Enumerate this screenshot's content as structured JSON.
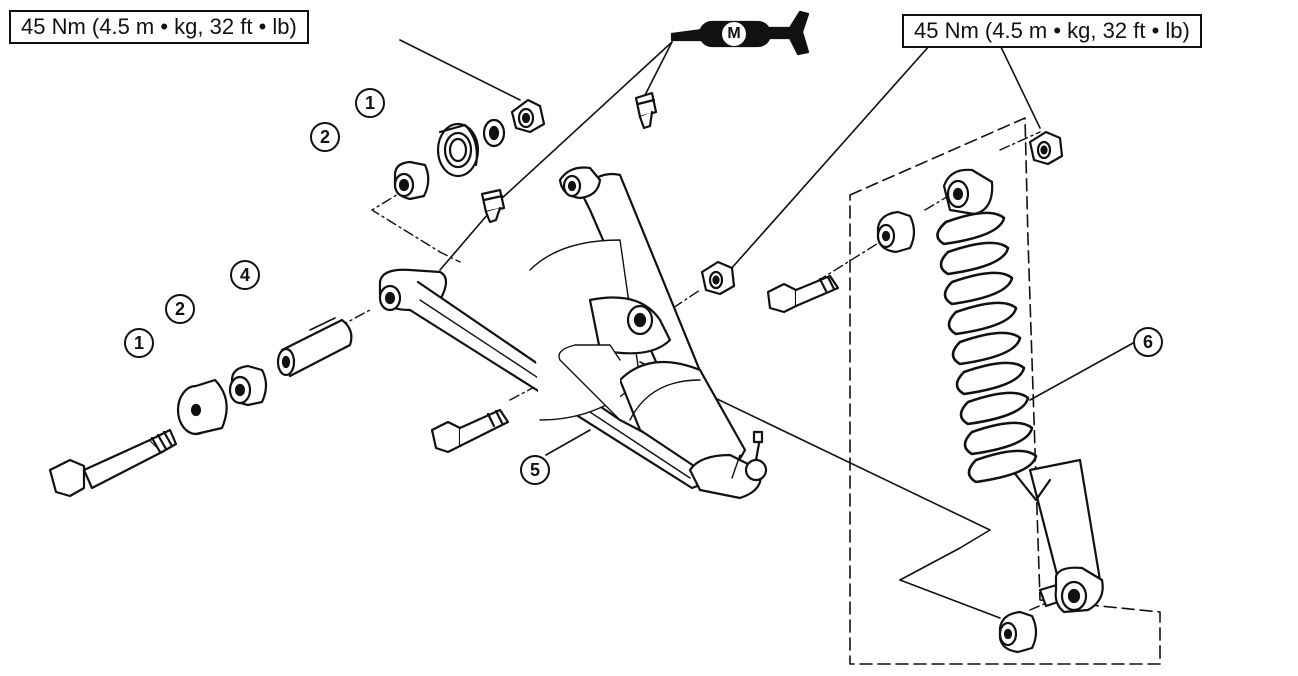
{
  "torque_specs": {
    "left": "45 Nm (4.5 m • kg, 32 ft • lb)",
    "right": "45 Nm (4.5 m • kg, 32 ft • lb)"
  },
  "callouts": {
    "c1_top": "1",
    "c2_top": "2",
    "c1_bottom": "1",
    "c2_bottom": "2",
    "c4": "4",
    "c5": "5",
    "c6": "6"
  },
  "grease_gun": {
    "label": "M"
  },
  "colors": {
    "line": "#111111",
    "paper": "#ffffff"
  }
}
